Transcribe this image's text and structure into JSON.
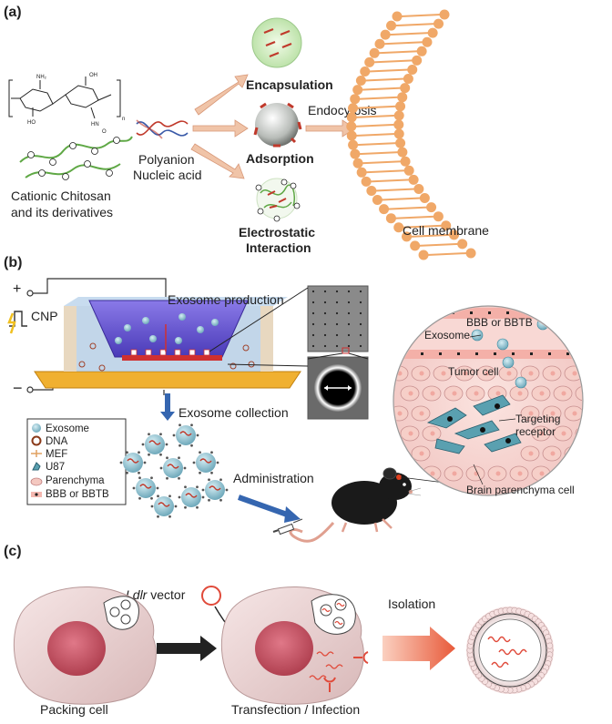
{
  "panel_a": {
    "label": "(a)",
    "encapsulation": "Encapsulation",
    "adsorption": "Adsorption",
    "electrostatic_1": "Electrostatic",
    "electrostatic_2": "Interaction",
    "endocytosis": "Endocytosis",
    "polyanion_1": "Polyanion",
    "polyanion_2": "Nucleic acid",
    "chitosan_1": "Cationic Chitosan",
    "chitosan_2": "and its derivatives",
    "cell_membrane": "Cell membrane",
    "chem_nh2": "NH₂",
    "chem_oh": "OH",
    "chem_ho": "HO",
    "chem_hn": "HN",
    "chem_o": "O",
    "chem_n": "n"
  },
  "panel_b": {
    "label": "(b)",
    "plus": "+",
    "minus": "−",
    "cnp": "CNP",
    "exosome_production": "Exosome production",
    "exosome_collection": "Exosome collection",
    "administration": "Administration",
    "bbb": "BBB or BBTB",
    "exosome": "Exosome",
    "tumor_cell": "Tumor cell",
    "targeting_1": "Targeting",
    "targeting_2": "receptor",
    "brain_cell": "Brain parenchyma cell",
    "legend": [
      "Exosome",
      "DNA",
      "MEF",
      "U87",
      "Parenchyma",
      "BBB or BBTB"
    ]
  },
  "panel_c": {
    "label": "(c)",
    "ldlr": "Ldlr",
    "vector": " vector",
    "isolation": "Isolation",
    "packing_cell": "Packing cell",
    "transfection": "Transfection / Infection"
  },
  "colors": {
    "membrane": "#f0a868",
    "exosome": "#7fb8c8",
    "dna": "#c0392b",
    "arrow_salmon": "#e8b090",
    "arrow_blue": "#3566b0",
    "cell_pink": "#e8c8c8",
    "nucleus": "#c05060",
    "vessel": "#f4b8b0"
  }
}
